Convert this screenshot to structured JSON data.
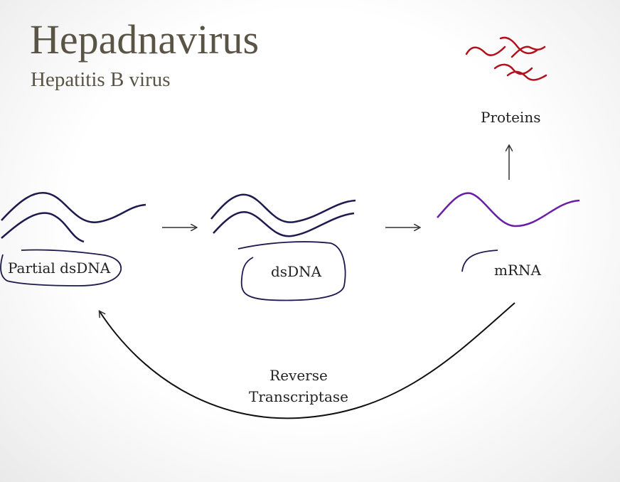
{
  "header": {
    "title": "Hepadnavirus",
    "subtitle": "Hepatitis B virus"
  },
  "diagram": {
    "nodes": [
      {
        "id": "partial-dsdna",
        "label": "Partial dsDNA"
      },
      {
        "id": "dsdna",
        "label": "dsDNA"
      },
      {
        "id": "mrna",
        "label": "mRNA"
      },
      {
        "id": "proteins",
        "label": "Proteins"
      }
    ],
    "edges": [
      {
        "from": "partial-dsdna",
        "to": "dsdna",
        "label": ""
      },
      {
        "from": "dsdna",
        "to": "mrna",
        "label": ""
      },
      {
        "from": "mrna",
        "to": "proteins",
        "label": ""
      },
      {
        "from": "mrna",
        "to": "partial-dsdna",
        "label_line1": "Reverse",
        "label_line2": "Transcriptase"
      }
    ],
    "colors": {
      "dna_strand": "#1c1a4e",
      "mrna_strand": "#6a1ea8",
      "protein_strand": "#b0121d",
      "arrow": "#333333",
      "title": "#5a5446"
    }
  }
}
